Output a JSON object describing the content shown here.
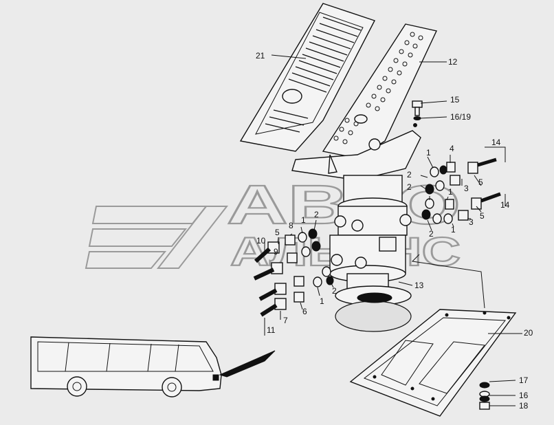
{
  "watermark": {
    "line1": "АВТО",
    "line2": "АЛЬЯНС"
  },
  "callouts": {
    "c21": "21",
    "c12": "12",
    "c15": "15",
    "c16_19": "16/19",
    "c14_top": "14",
    "c14_mid": "14",
    "c4": "4",
    "c1_r1": "1",
    "c2_r1": "2",
    "c2_r2": "2",
    "c3_r1": "3",
    "c5_r1": "5",
    "c1_r2": "1",
    "c3_r2": "3",
    "c5_r2": "5",
    "c2_r3": "2",
    "c2_left": "2",
    "c1_left": "1",
    "c8": "8",
    "c5_left": "5",
    "c10": "10",
    "c9": "9",
    "c1_low": "1",
    "c2_low": "2",
    "c6": "6",
    "c7": "7",
    "c11": "11",
    "c13": "13",
    "c20": "20",
    "c17": "17",
    "c16": "16",
    "c18": "18"
  },
  "colors": {
    "ink": "#111111",
    "watermark": "#9a9a9a",
    "paper": "#ebebeb"
  }
}
